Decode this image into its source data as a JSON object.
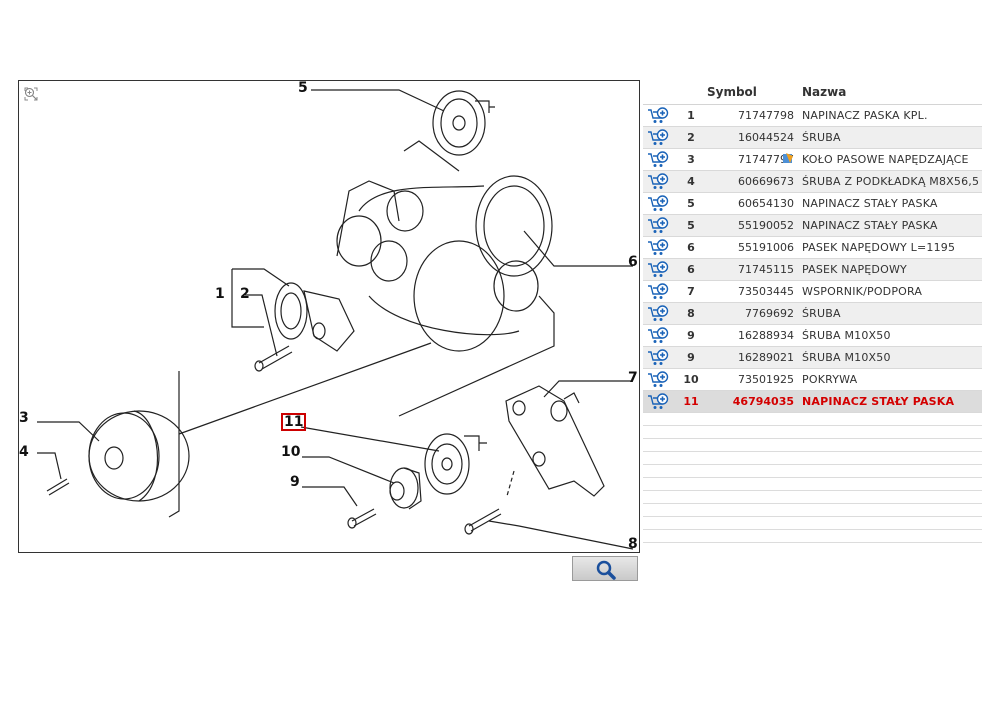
{
  "table": {
    "col_symbol": "Symbol",
    "col_name": "Nazwa",
    "rows": [
      {
        "num": "1",
        "symbol": "71747798",
        "name": "NAPINACZ PASKA KPL."
      },
      {
        "num": "2",
        "symbol": "16044524",
        "name": "ŚRUBA"
      },
      {
        "num": "3",
        "symbol": "71747797",
        "name": "KOŁO PASOWE NAPĘDZAJĄCE",
        "info": true
      },
      {
        "num": "4",
        "symbol": "60669673",
        "name": "ŚRUBA Z PODKŁADKĄ M8X56,5"
      },
      {
        "num": "5",
        "symbol": "60654130",
        "name": "NAPINACZ STAŁY PASKA"
      },
      {
        "num": "5",
        "symbol": "55190052",
        "name": "NAPINACZ STAŁY PASKA"
      },
      {
        "num": "6",
        "symbol": "55191006",
        "name": "PASEK NAPĘDOWY L=1195"
      },
      {
        "num": "6",
        "symbol": "71745115",
        "name": "PASEK NAPĘDOWY"
      },
      {
        "num": "7",
        "symbol": "73503445",
        "name": "WSPORNIK/PODPORA"
      },
      {
        "num": "8",
        "symbol": "7769692",
        "name": "ŚRUBA"
      },
      {
        "num": "9",
        "symbol": "16288934",
        "name": "ŚRUBA M10X50"
      },
      {
        "num": "9",
        "symbol": "16289021",
        "name": "ŚRUBA M10X50"
      },
      {
        "num": "10",
        "symbol": "73501925",
        "name": "POKRYWA"
      },
      {
        "num": "11",
        "symbol": "46794035",
        "name": "NAPINACZ STAŁY PASKA",
        "selected": true
      }
    ]
  },
  "diagram": {
    "callouts": {
      "c5": "5",
      "c1": "1",
      "c2": "2",
      "c6": "6",
      "c3": "3",
      "c4": "4",
      "c11": "11",
      "c7": "7",
      "c10": "10",
      "c9": "9",
      "c8": "8"
    }
  },
  "icons": {
    "cart": "add-to-cart-icon",
    "zoom_fit": "zoom-fit-icon",
    "zoom_in": "zoom-in-icon",
    "zoom_out": "zoom-out-icon",
    "search": "magnifier-icon",
    "info": "info-icon"
  },
  "colors": {
    "selected": "#d30000",
    "cart_blue": "#1a63b8"
  }
}
